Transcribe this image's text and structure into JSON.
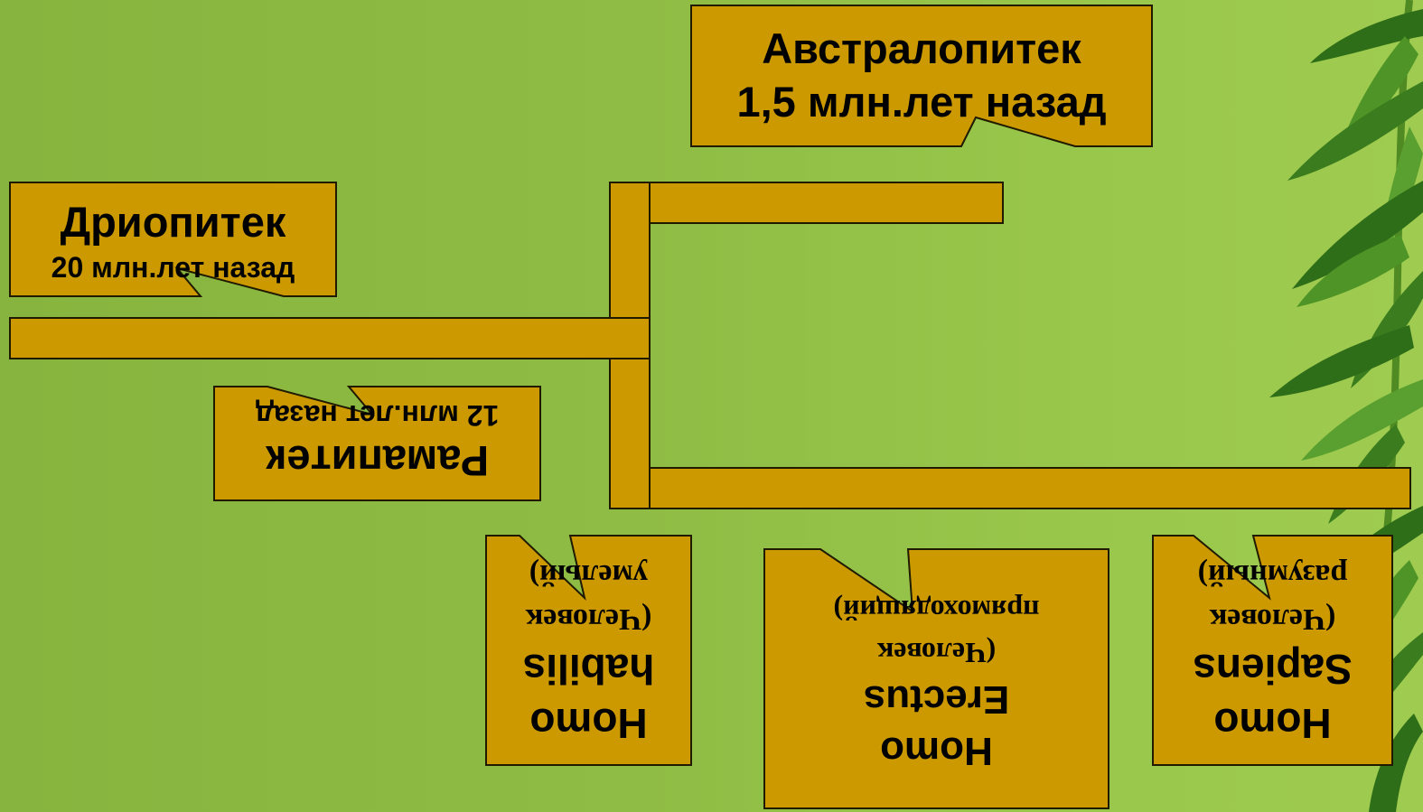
{
  "diagram": {
    "australopithecus": {
      "name": "Австралопитек",
      "age": "1,5 млн.лет назад"
    },
    "dryopithecus": {
      "name": "Дриопитек",
      "age": "20 млн.лет назад"
    },
    "ramapithecus": {
      "name": "Рамапитек",
      "age": "12 млн.лет назад"
    },
    "homo_habilis": {
      "line1": "Homo",
      "line2": "habilis",
      "line3": "(Человек",
      "line4": "умелый)"
    },
    "homo_erectus": {
      "line1": "Homo",
      "line2": "Erectus",
      "line3": "(Человек",
      "line4": "прямоходящий)"
    },
    "homo_sapiens": {
      "line1": "Homo",
      "line2": "Sapiens",
      "line3": "(Человек",
      "line4": "разумный)"
    }
  },
  "colors": {
    "background": "#8fbc44",
    "box_fill": "#cc9a00",
    "outline": "#1f1a00",
    "leaf": "#3f7d1c"
  },
  "decoration": {
    "leaves": "bamboo-leaves-illustration"
  }
}
